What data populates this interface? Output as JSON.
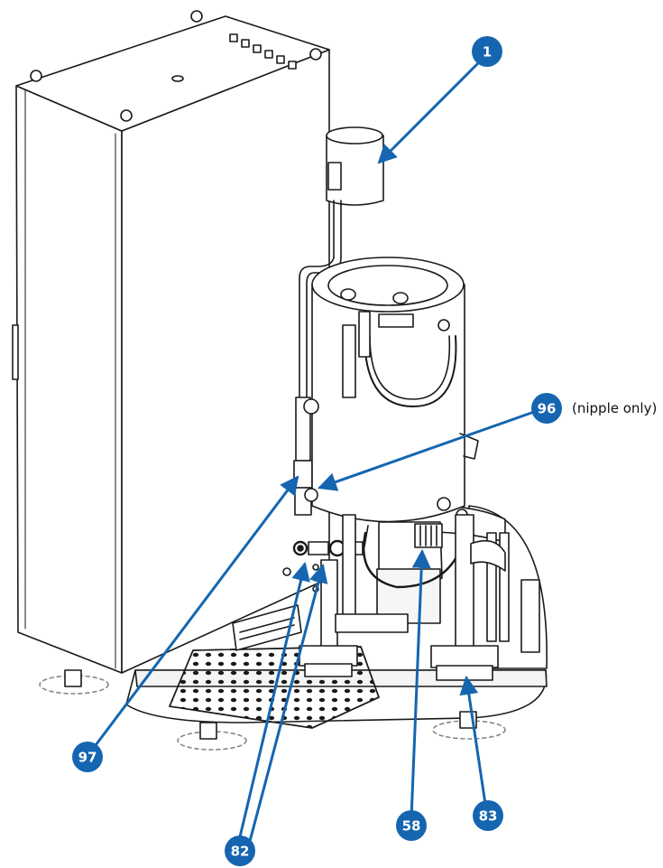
{
  "callouts": {
    "c1": {
      "number": "1"
    },
    "c96": {
      "number": "96",
      "note": "(nipple only)"
    },
    "c97": {
      "number": "97"
    },
    "c82": {
      "number": "82"
    },
    "c58": {
      "number": "58"
    },
    "c83": {
      "number": "83"
    }
  },
  "colors": {
    "callout": "#1565b0",
    "arrow": "#1565b0",
    "line": "#1a1a1a",
    "body": "#ffffff"
  }
}
